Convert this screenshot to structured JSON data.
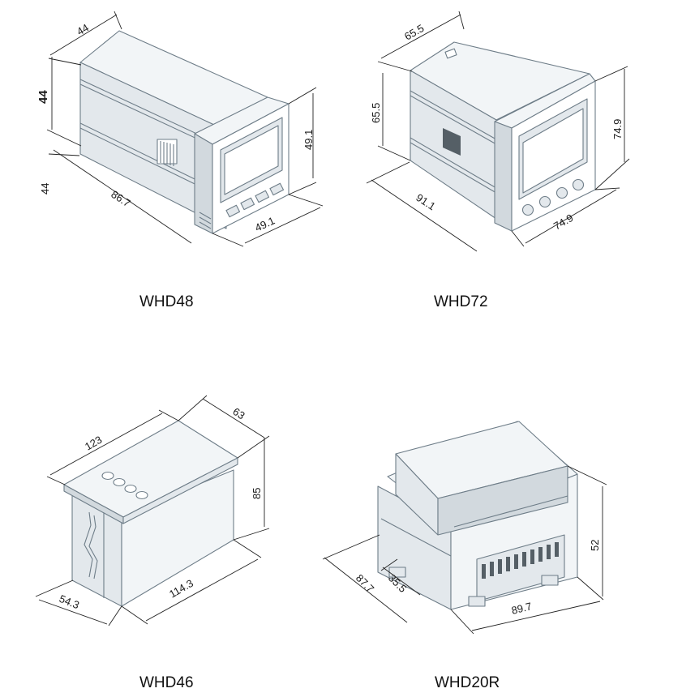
{
  "devices": [
    {
      "model": "WHD48",
      "dimensions": {
        "width_top": "44",
        "height_left": "44",
        "depth_left": "44",
        "depth": "86.7",
        "front_height": "49.1",
        "front_width": "49.1"
      }
    },
    {
      "model": "WHD72",
      "dimensions": {
        "width_top": "65.5",
        "height_left": "65.5",
        "depth": "91.1",
        "front_height": "74.9",
        "front_width": "74.9"
      }
    },
    {
      "model": "WHD46",
      "dimensions": {
        "front_width": "123",
        "front_depth": "63",
        "height": "85",
        "body_width": "114.3",
        "body_depth": "54.3"
      }
    },
    {
      "model": "WHD20R",
      "dimensions": {
        "depth": "87.7",
        "depth_inner": "35.5",
        "width": "89.7",
        "height": "52"
      }
    }
  ]
}
